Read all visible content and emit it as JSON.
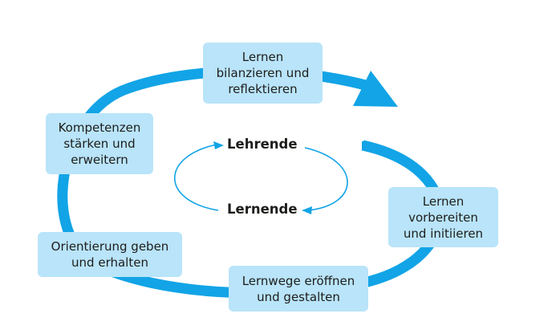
{
  "diagram": {
    "steps": [
      {
        "id": "bilanzieren",
        "lines": [
          "Lernen",
          "bilanzieren und",
          "reflektieren"
        ]
      },
      {
        "id": "vorbereiten",
        "lines": [
          "Lernen",
          "vorbereiten",
          "und initiieren"
        ]
      },
      {
        "id": "lernwege",
        "lines": [
          "Lernwege eröffnen",
          "und gestalten"
        ]
      },
      {
        "id": "orientierung",
        "lines": [
          "Orientierung geben",
          "und erhalten"
        ]
      },
      {
        "id": "kompetenzen",
        "lines": [
          "Kompetenzen",
          "stärken und",
          "erweitern"
        ]
      }
    ],
    "center": {
      "top": "Lehrende",
      "bottom": "Lernende"
    },
    "colors": {
      "ring": "#12a4e6",
      "box": "#b9e4f9",
      "inner_ring": "#12a4e6",
      "text": "#1d1d1b"
    }
  }
}
